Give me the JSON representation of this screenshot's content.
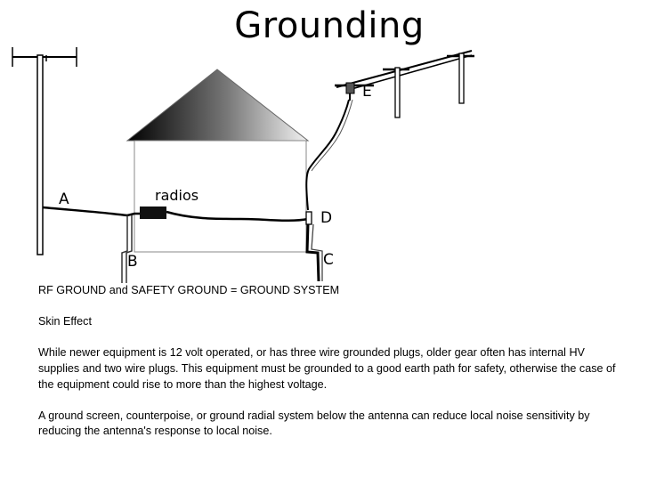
{
  "slide": {
    "title": "Grounding"
  },
  "diagram": {
    "labels": {
      "A": "A",
      "B": "B",
      "C": "C",
      "D": "D",
      "E": "E",
      "radios": "radios"
    }
  },
  "text": {
    "line1": "RF GROUND and SAFETY GROUND = GROUND SYSTEM",
    "line2": "Skin Effect",
    "para1": "While newer equipment is 12 volt operated, or has three wire grounded plugs, older gear often has internal HV supplies and two wire plugs. This equipment must be grounded to a good earth path for safety, otherwise the case of the equipment could rise to more than the highest voltage.",
    "para2": "A ground screen, counterpoise, or ground radial system below the antenna can reduce local noise sensitivity by reducing the antenna's response to local noise."
  }
}
